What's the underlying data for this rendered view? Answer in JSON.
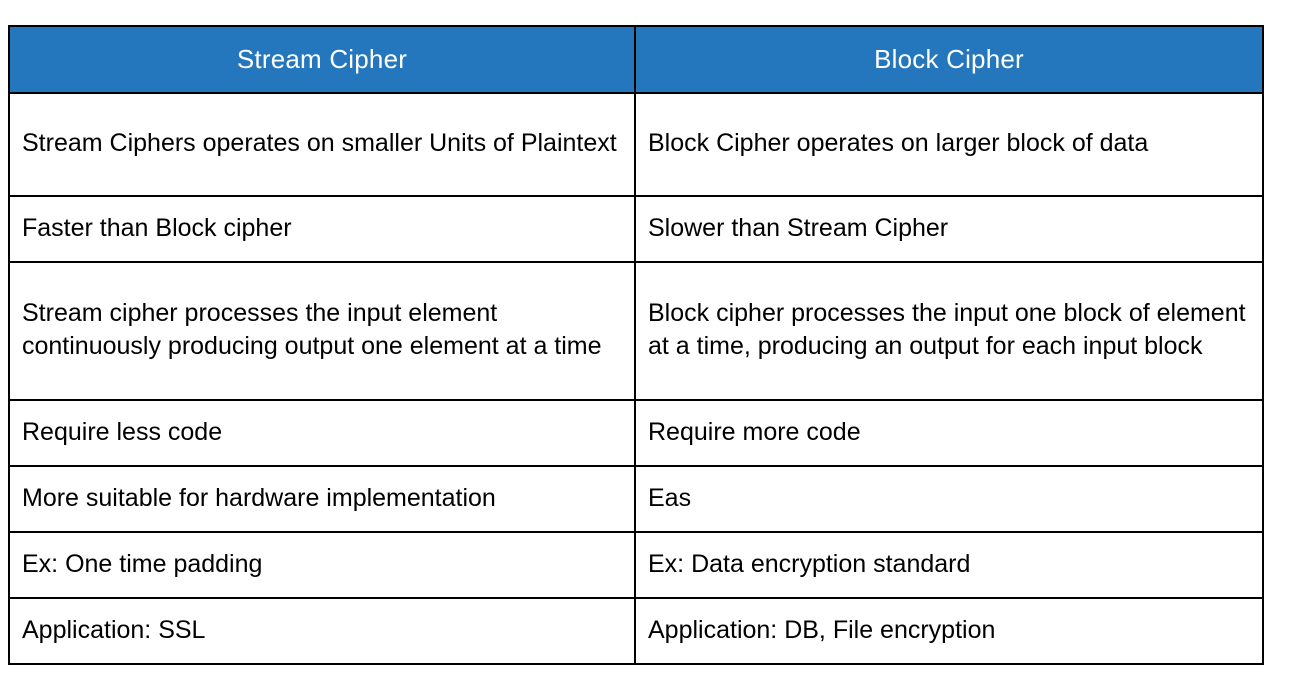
{
  "table": {
    "title": "Stream Cipher vs Block Cipher comparison",
    "header_background_color": "#2477bc",
    "header_text_color": "#ffffff",
    "border_color": "#000000",
    "columns": [
      {
        "label": "Stream Cipher"
      },
      {
        "label": "Block Cipher"
      }
    ],
    "rows": [
      {
        "size": "tall",
        "cells": [
          "Stream Ciphers operates on smaller Units of Plaintext",
          "Block Cipher operates on larger block of data"
        ]
      },
      {
        "size": "normal",
        "cells": [
          "Faster than Block cipher",
          "Slower than Stream Cipher"
        ]
      },
      {
        "size": "xtall",
        "cells": [
          "Stream cipher processes the input element continuously producing output one element at a time",
          "Block cipher processes the input one block of element at a time, producing an output for each input block"
        ]
      },
      {
        "size": "normal",
        "cells": [
          "Require less code",
          "Require more code"
        ]
      },
      {
        "size": "normal",
        "cells": [
          "More suitable for hardware implementation",
          "Eas"
        ]
      },
      {
        "size": "normal",
        "cells": [
          "Ex: One time padding",
          "Ex: Data encryption standard"
        ]
      },
      {
        "size": "normal",
        "cells": [
          "Application: SSL",
          "Application: DB, File encryption"
        ]
      }
    ]
  }
}
